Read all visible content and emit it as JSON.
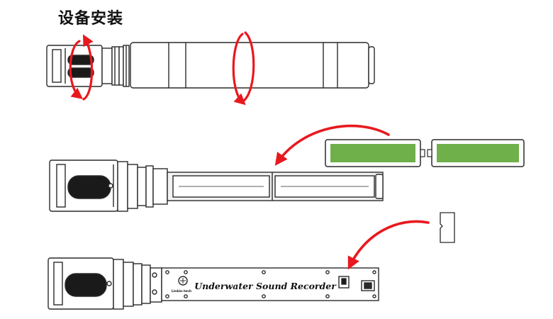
{
  "title": "设备安装",
  "colors": {
    "arrow": "#e8191e",
    "battery_fill": "#6fb04a",
    "line": "#2a2a2a",
    "housing": "#ffffff",
    "panel": "#f2f2f2"
  },
  "device_label": "Underwater Sound Recorder",
  "brand_label": "Linkin-tech",
  "steps": [
    {
      "name": "unscrew-housing",
      "icons": [
        "rotate-arrow-icon",
        "rotate-arrow-icon"
      ]
    },
    {
      "name": "insert-batteries",
      "icons": [
        "battery-icon",
        "battery-icon",
        "curved-arrow-icon"
      ]
    },
    {
      "name": "insert-sd-card",
      "icons": [
        "sd-card-icon",
        "curved-arrow-icon"
      ]
    }
  ]
}
